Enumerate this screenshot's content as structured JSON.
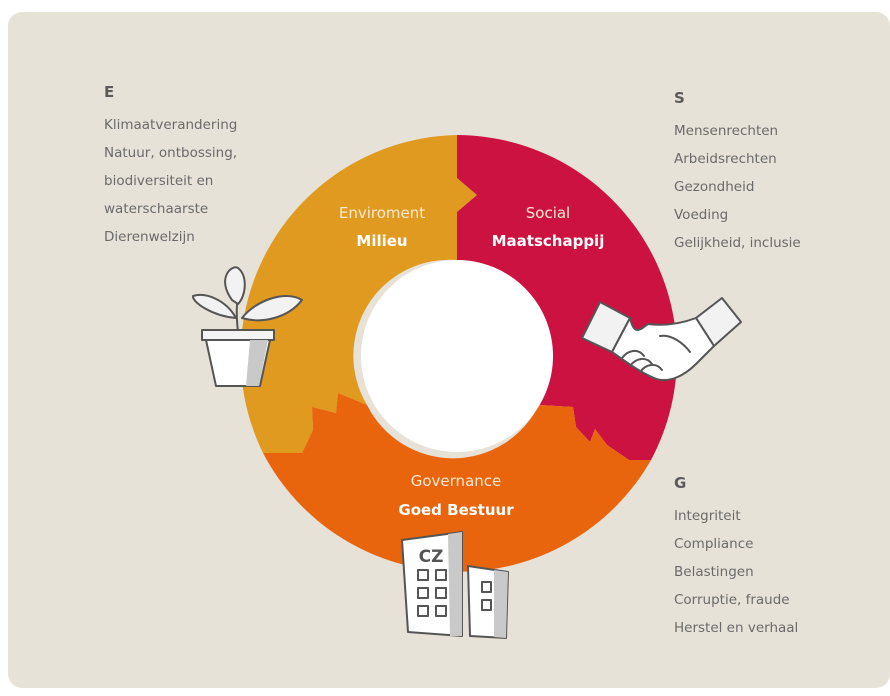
{
  "colors": {
    "environment": "#e09a1f",
    "social": "#cc1240",
    "governance": "#e9650d",
    "background": "#e7e2d8",
    "text": "#6a6a6a"
  },
  "segments": {
    "environment": {
      "title": "Enviroment",
      "subtitle": "Milieu",
      "icon": "plant-pot-icon"
    },
    "social": {
      "title": "Social",
      "subtitle": "Maatschappij",
      "icon": "handshake-icon"
    },
    "governance": {
      "title": "Governance",
      "subtitle": "Goed Bestuur",
      "icon": "office-building-icon"
    }
  },
  "building_label": "CZ",
  "blocks": {
    "e": {
      "letter": "E",
      "items": [
        "Klimaatverandering",
        "Natuur, ontbossing,",
        "biodiversiteit en",
        "waterschaarste",
        "Dierenwelzijn"
      ]
    },
    "s": {
      "letter": "S",
      "items": [
        "Mensenrechten",
        "Arbeidsrechten",
        "Gezondheid",
        "Voeding",
        "Gelijkheid, inclusie"
      ]
    },
    "g": {
      "letter": "G",
      "items": [
        "Integriteit",
        "Compliance",
        "Belastingen",
        "Corruptie, fraude",
        "Herstel en verhaal"
      ]
    }
  }
}
